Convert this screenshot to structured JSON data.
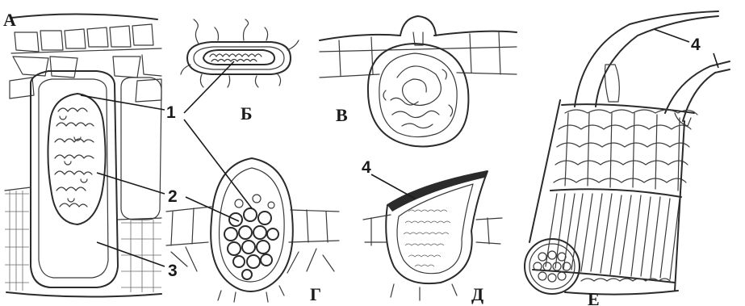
{
  "panels": {
    "A": "А",
    "B": "Б",
    "V": "В",
    "G": "Г",
    "D": "Д",
    "E": "Е"
  },
  "callouts": {
    "n1": "1",
    "n2": "2",
    "n3": "3",
    "n4_d": "4",
    "n4_e": "4"
  }
}
